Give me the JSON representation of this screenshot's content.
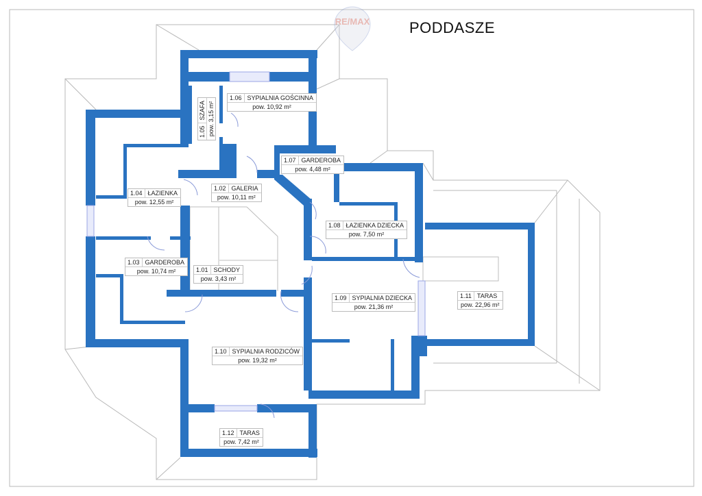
{
  "title": "PODDASZE",
  "logo_text": "RE/MAX",
  "colors": {
    "wall": "#2a73c1",
    "line": "#b8b8b8",
    "window": "#9aa6e6"
  },
  "rooms": [
    {
      "num": "1.01",
      "name": "SCHODY",
      "area": "pow. 3,43 m²"
    },
    {
      "num": "1.02",
      "name": "GALERIA",
      "area": "pow. 10,11 m²"
    },
    {
      "num": "1.03",
      "name": "GARDEROBA",
      "area": "pow. 10,74 m²"
    },
    {
      "num": "1.04",
      "name": "ŁAZIENKA",
      "area": "pow. 12,55 m²"
    },
    {
      "num": "1.05",
      "name": "SZAFA",
      "area": "pow. 3,15 m²"
    },
    {
      "num": "1.06",
      "name": "SYPIALNIA GOŚCINNA",
      "area": "pow. 10,92 m²"
    },
    {
      "num": "1.07",
      "name": "GARDEROBA",
      "area": "pow. 4,48 m²"
    },
    {
      "num": "1.08",
      "name": "ŁAZIENKA DZIECKA",
      "area": "pow. 7,50 m²"
    },
    {
      "num": "1.09",
      "name": "SYPIALNIA DZIECKA",
      "area": "pow. 21,36 m²"
    },
    {
      "num": "1.10",
      "name": "SYPIALNIA RODZICÓW",
      "area": "pow. 19,32 m²"
    },
    {
      "num": "1.11",
      "name": "TARAS",
      "area": "pow. 22,96 m²"
    },
    {
      "num": "1.12",
      "name": "TARAS",
      "area": "pow. 7,42 m²"
    }
  ]
}
